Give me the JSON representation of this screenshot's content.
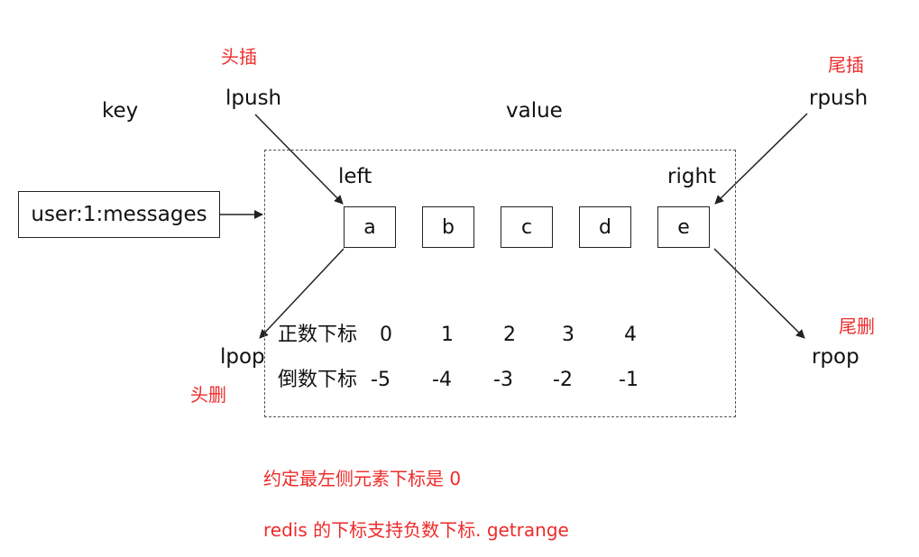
{
  "labels": {
    "key": "key",
    "value": "value",
    "left": "left",
    "right": "right",
    "lpush": "lpush",
    "rpush": "rpush",
    "lpop": "lpop",
    "rpop": "rpop"
  },
  "annotations": {
    "head_insert": "头插",
    "tail_insert": "尾插",
    "head_delete": "头删",
    "tail_delete": "尾删"
  },
  "key_box": "user:1:messages",
  "elements": [
    "a",
    "b",
    "c",
    "d",
    "e"
  ],
  "positive_index": {
    "label": "正数下标",
    "values": [
      "0",
      "1",
      "2",
      "3",
      "4"
    ]
  },
  "negative_index": {
    "label": "倒数下标",
    "values": [
      "-5",
      "-4",
      "-3",
      "-2",
      "-1"
    ]
  },
  "notes": {
    "note1": "约定最左侧元素下标是 0",
    "note2": "redis 的下标支持负数下标. getrange"
  },
  "colors": {
    "annotation": "#ee2b2b",
    "line": "#222222"
  }
}
